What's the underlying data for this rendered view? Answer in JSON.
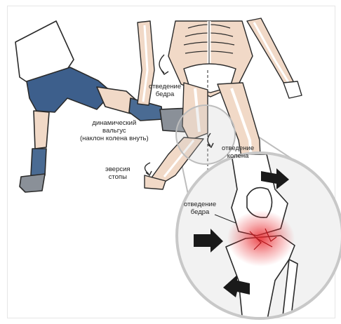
{
  "labels": {
    "hip_adduction_top": [
      "отведение",
      "бедра"
    ],
    "dynamic_valgus": [
      "динамический",
      "вальгус",
      "(наклон колена внуть)"
    ],
    "knee_abduction": [
      "отведение",
      "колена"
    ],
    "foot_eversion": [
      "эверсия",
      "стопы"
    ],
    "hip_adduction_zoom": [
      "отведение",
      "бедра"
    ]
  },
  "colors": {
    "skin": "#f1d9c7",
    "bone": "#ffffff",
    "outline": "#2a2a2a",
    "shorts": "#3d5f8c",
    "shirt": "#ffffff",
    "sock": "#4a6b93",
    "shoe": "#8a9098",
    "injury": "#e8262b",
    "circle_fill": "#f2f2f2",
    "circle_stroke": "#c8c8c8"
  }
}
